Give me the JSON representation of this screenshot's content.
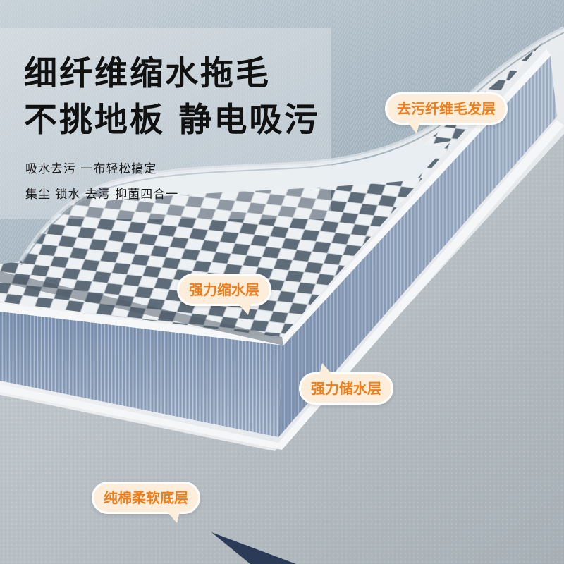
{
  "headline": {
    "line1": "细纤维缩水拖毛",
    "line2": "不挑地板 静电吸污"
  },
  "subline": {
    "line1": "吸水去污 一布轻松搞定",
    "line2": "集尘 锁水 去污 抑菌四合一"
  },
  "layers": {
    "top": "去污纤维毛发层",
    "mesh": "强力缩水层",
    "fiber": "强力储水层",
    "base": "纯棉柔软底层"
  },
  "colors": {
    "accent": "#f07d1a",
    "tag_bg": "#fdeedb",
    "fur": "#aebcc6",
    "fiber": "#8fa4be",
    "base": "#b9c1c6"
  }
}
